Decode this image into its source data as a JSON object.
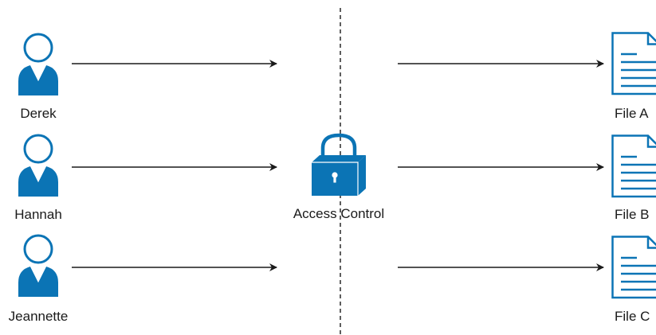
{
  "users": [
    {
      "name": "Derek"
    },
    {
      "name": "Hannah"
    },
    {
      "name": "Jeannette"
    }
  ],
  "gate": {
    "label": "Access Control",
    "icon": "padlock-icon"
  },
  "files": [
    {
      "name": "File A"
    },
    {
      "name": "File B"
    },
    {
      "name": "File C"
    }
  ],
  "colors": {
    "icon_blue": "#0b74b5",
    "icon_white": "#ffffff",
    "arrow": "#1a1a1a",
    "divider": "#1a1a1a"
  }
}
